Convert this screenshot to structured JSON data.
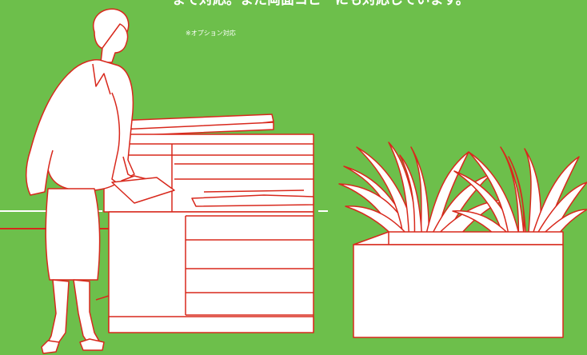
{
  "headline": "まで対応。また両面コピーにも対応しています。",
  "footnote": "※オプション対応",
  "colors": {
    "background": "#6dbf4b",
    "line": "#d8281c",
    "fill": "#ffffff"
  },
  "illustration": {
    "subjects": [
      "woman-figure",
      "copier",
      "planter"
    ]
  }
}
